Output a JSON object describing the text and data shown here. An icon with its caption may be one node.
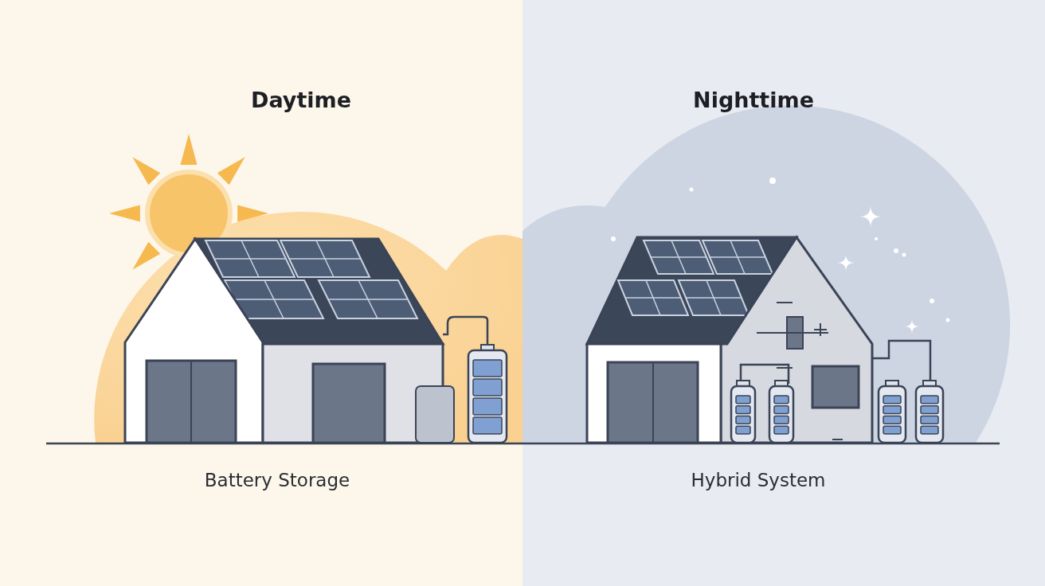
{
  "diagram": {
    "labels": [
      "Daytime",
      "Nighttime",
      "Battery Storage",
      "Hybrid System"
    ]
  }
}
